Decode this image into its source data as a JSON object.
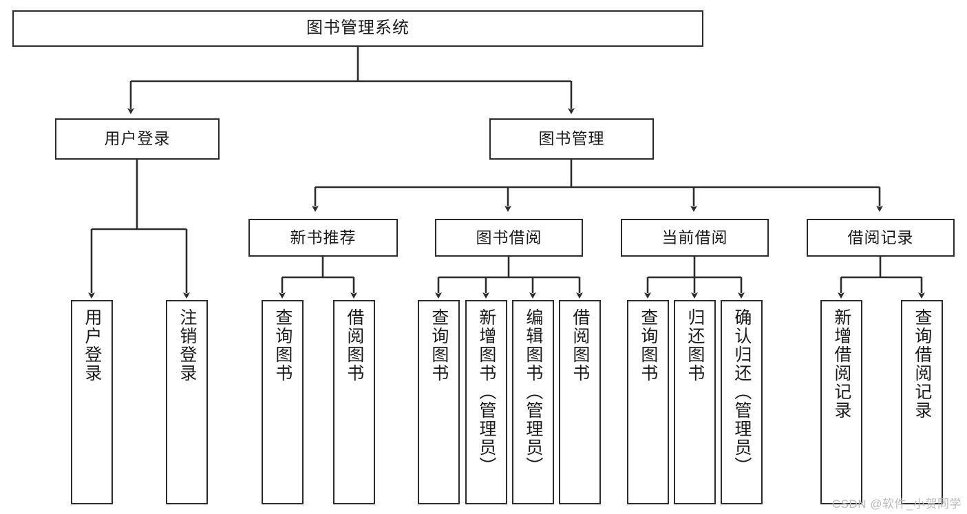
{
  "diagram": {
    "title": "图书管理系统",
    "type": "tree-hierarchy-chart",
    "watermark": "CSDN @软件_小贺同学",
    "colors": {
      "background": "#ffffff",
      "box_border": "#2b2b2b",
      "box_fill": "#ffffff",
      "edge": "#2b2b2b",
      "text": "#1a1a1a",
      "watermark": "#b9b9b9"
    },
    "levels": {
      "root": {
        "label": "图书管理系统"
      },
      "level2": [
        {
          "id": "user-login",
          "label": "用户登录"
        },
        {
          "id": "book-manage",
          "label": "图书管理"
        }
      ],
      "level3": [
        {
          "id": "new-book-recommend",
          "label": "新书推荐"
        },
        {
          "id": "book-borrow",
          "label": "图书借阅"
        },
        {
          "id": "current-borrow",
          "label": "当前借阅"
        },
        {
          "id": "borrow-record",
          "label": "借阅记录"
        }
      ],
      "leaves": {
        "user-login": [
          {
            "id": "leaf-user-login",
            "label": "用户登录"
          },
          {
            "id": "leaf-logout-login",
            "label": "注销登录"
          }
        ],
        "new-book-recommend": [
          {
            "id": "leaf-query-book-1",
            "label": "查询图书"
          },
          {
            "id": "leaf-borrow-book-1",
            "label": "借阅图书"
          }
        ],
        "book-borrow": [
          {
            "id": "leaf-query-book-2",
            "label": "查询图书"
          },
          {
            "id": "leaf-add-book",
            "label": "新增图书（管理员）"
          },
          {
            "id": "leaf-edit-book",
            "label": "编辑图书（管理员）"
          },
          {
            "id": "leaf-borrow-book-2",
            "label": "借阅图书"
          }
        ],
        "current-borrow": [
          {
            "id": "leaf-query-book-3",
            "label": "查询图书"
          },
          {
            "id": "leaf-return-book",
            "label": "归还图书"
          },
          {
            "id": "leaf-confirm-return",
            "label": "确认归还（管理员）"
          }
        ],
        "borrow-record": [
          {
            "id": "leaf-add-record",
            "label": "新增借阅记录"
          },
          {
            "id": "leaf-query-record",
            "label": "查询借阅记录"
          }
        ]
      }
    }
  }
}
